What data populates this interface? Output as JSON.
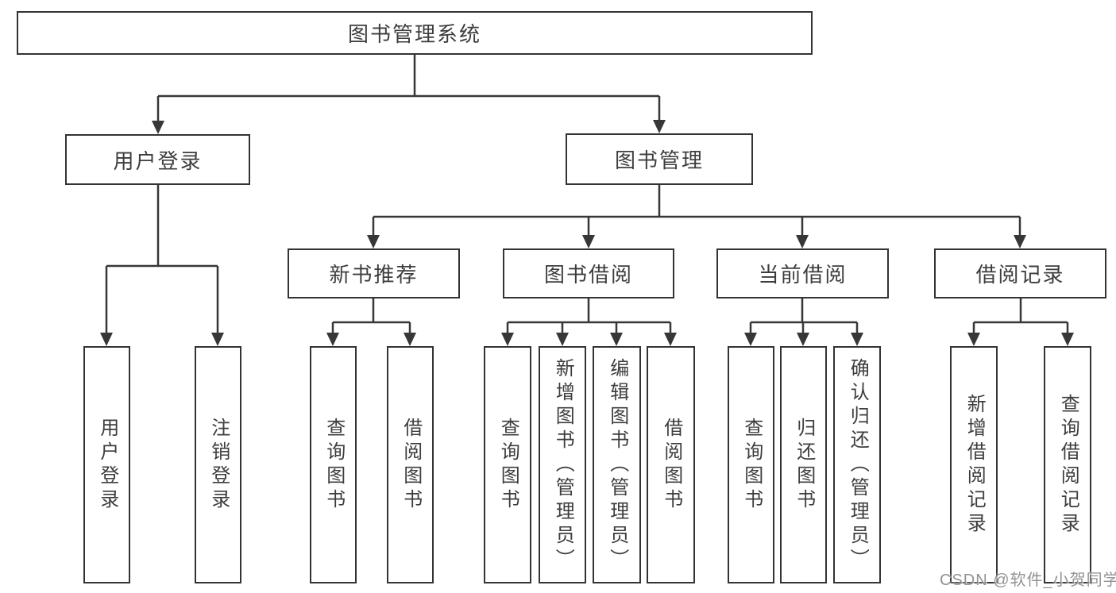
{
  "diagram": {
    "title": "图书管理系统",
    "nodes": {
      "root": {
        "label": "图书管理系统"
      },
      "user_login": {
        "label": "用户登录"
      },
      "book_management": {
        "label": "图书管理"
      },
      "new_book_recommend": {
        "label": "新书推荐"
      },
      "book_borrow": {
        "label": "图书借阅"
      },
      "current_borrow": {
        "label": "当前借阅"
      },
      "borrow_record": {
        "label": "借阅记录"
      },
      "leaf_user_login": {
        "label": "用户登录"
      },
      "leaf_logout": {
        "label": "注销登录"
      },
      "leaf_nb_query": {
        "label": "查询图书"
      },
      "leaf_nb_borrow": {
        "label": "借阅图书"
      },
      "leaf_bb_query": {
        "label": "查询图书"
      },
      "leaf_bb_add": {
        "label": "新增图书（管理员）"
      },
      "leaf_bb_edit": {
        "label": "编辑图书（管理员）"
      },
      "leaf_bb_borrow": {
        "label": "借阅图书"
      },
      "leaf_cb_query": {
        "label": "查询图书"
      },
      "leaf_cb_return": {
        "label": "归还图书"
      },
      "leaf_cb_confirm": {
        "label": "确认归还（管理员）"
      },
      "leaf_br_add": {
        "label": "新增借阅记录"
      },
      "leaf_br_query": {
        "label": "查询借阅记录"
      }
    },
    "colors": {
      "line": "#373737",
      "box_border": "#333333",
      "box_background": "#ffffff",
      "text": "#3d3d3d",
      "watermark_gray": "#808080"
    }
  },
  "watermark": {
    "text": "CSDN @软件_小贺同学"
  }
}
